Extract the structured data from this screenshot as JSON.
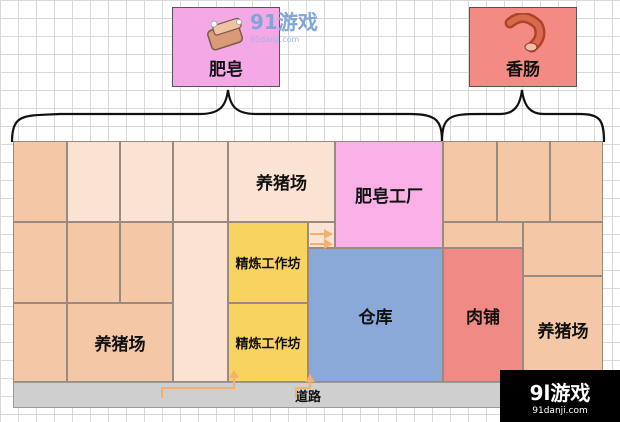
{
  "products": {
    "soap": "肥皂",
    "sausage": "香肠"
  },
  "buildings": {
    "pig_farm_top": "养猪场",
    "soap_factory": "肥皂工厂",
    "refine_workshop_1": "精炼工作坊",
    "refine_workshop_2": "精炼工作坊",
    "warehouse": "仓库",
    "pig_farm_left": "养猪场",
    "butcher": "肉铺",
    "pig_farm_right": "养猪场",
    "road": "道路"
  },
  "watermark": {
    "top_brand": "91游戏",
    "top_url": "91danji.com",
    "bottom_brand": "9l游戏",
    "bottom_url": "91danji.com"
  },
  "colors": {
    "soap_card": "#f4a8e6",
    "sausage_card": "#f48a84",
    "warehouse": "#8aa8d8",
    "workshop": "#f8d35f",
    "soap_factory": "#f8b0e6",
    "butcher": "#f08a85",
    "road": "#cfcfcf"
  }
}
